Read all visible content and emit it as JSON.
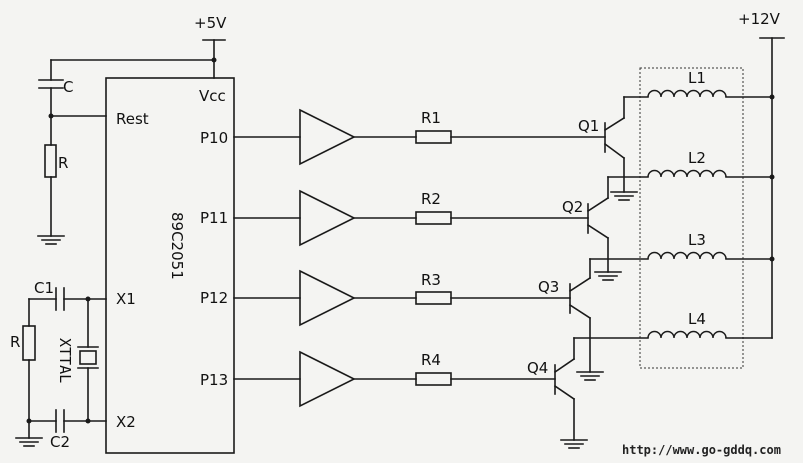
{
  "supply": {
    "vcc5": "+5V",
    "vcc12": "+12V"
  },
  "mcu": {
    "part": "89C2051",
    "pins": {
      "vcc": "Vcc",
      "rest": "Rest",
      "p10": "P10",
      "p11": "P11",
      "p12": "P12",
      "p13": "P13",
      "x1": "X1",
      "x2": "X2"
    }
  },
  "components": {
    "c": "C",
    "r": "R",
    "c1": "C1",
    "c2": "C2",
    "r_osc": "R",
    "xtal": "XTTAL",
    "r1": "R1",
    "r2": "R2",
    "r3": "R3",
    "r4": "R4",
    "q1": "Q1",
    "q2": "Q2",
    "q3": "Q3",
    "q4": "Q4",
    "l1": "L1",
    "l2": "L2",
    "l3": "L3",
    "l4": "L4"
  },
  "watermark": "http://www.go-gddq.com"
}
